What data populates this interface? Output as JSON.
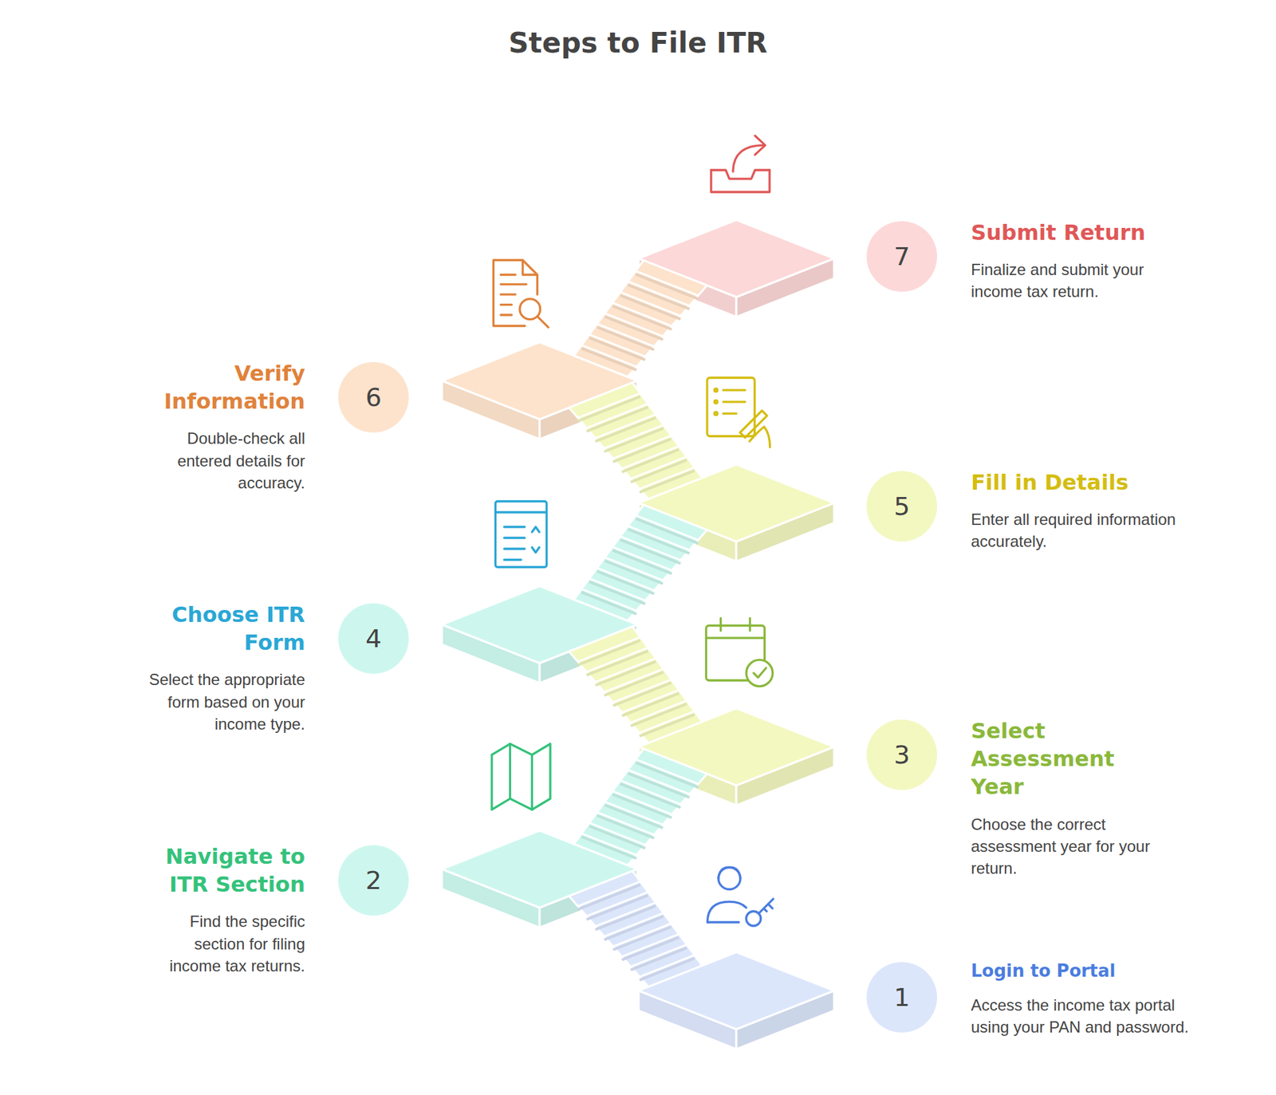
{
  "diagram": {
    "title": "Steps to File ITR",
    "nodes": [
      {
        "text": [
          "1",
          "Login to Portal",
          "Access the income tax portal using your PAN and password."
        ]
      },
      {
        "text": [
          "2",
          "Navigate to ITR Section",
          "Find the specific section for filing income tax returns."
        ]
      },
      {
        "text": [
          "3",
          "Select Assessment Year",
          "Choose the correct assessment year for your return."
        ]
      },
      {
        "text": [
          "4",
          "Choose ITR Form",
          "Select the appropriate form based on your income type."
        ]
      },
      {
        "text": [
          "5",
          "Fill in Details",
          "Enter all required information accurately."
        ]
      },
      {
        "text": [
          "6",
          "Verify Information",
          "Double-check all entered details for accuracy."
        ]
      },
      {
        "text": [
          "7",
          "Submit Return",
          "Finalize and submit your income tax return."
        ]
      }
    ]
  }
}
